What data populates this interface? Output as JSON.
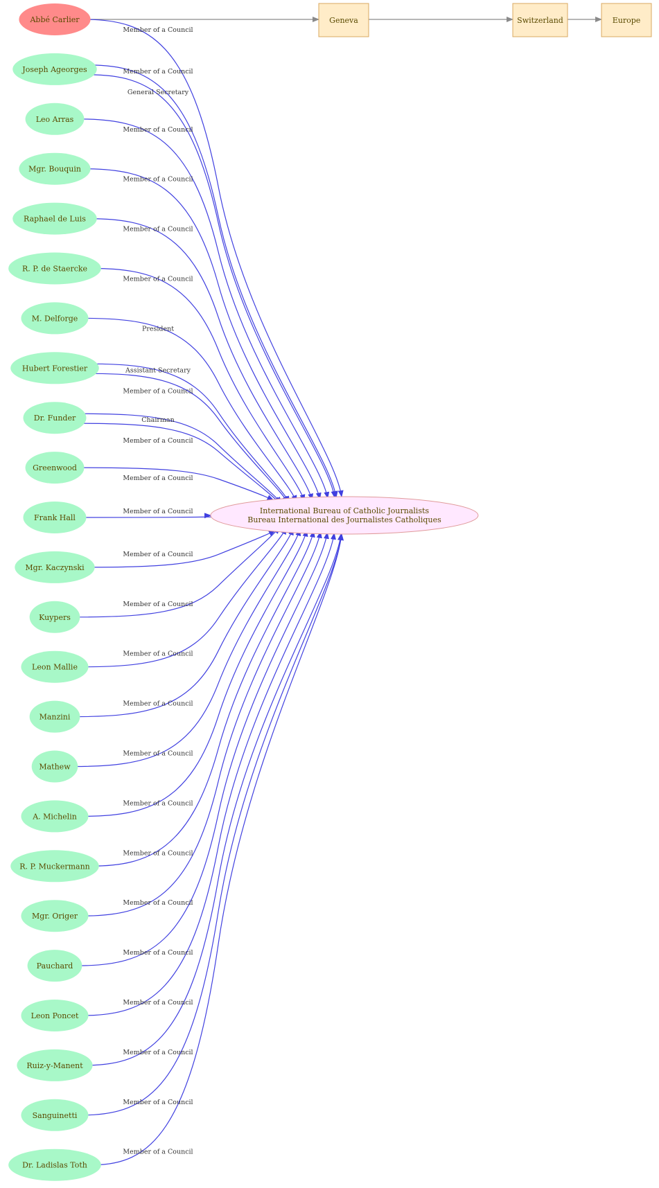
{
  "colors": {
    "person_fill": "#a8f8c8",
    "highlight_fill": "#ff8a8a",
    "org_fill": "#ffe8ff",
    "org_stroke": "#e09a9a",
    "place_fill": "#ffecc8",
    "place_stroke": "#d8a860",
    "edge_blue": "#4040e0",
    "edge_gray": "#8a8a8a",
    "text": "#5a4a00"
  },
  "organization": {
    "line1": "International Bureau of Catholic Journalists",
    "line2": "Bureau International des Journalistes Catholiques"
  },
  "places": [
    "Geneva",
    "Switzerland",
    "Europe"
  ],
  "people": [
    {
      "name": "Abbé Carlier",
      "highlight": true,
      "roles": [
        "Member of a Council"
      ]
    },
    {
      "name": "Joseph Ageorges",
      "roles": [
        "Member of a Council",
        "General Secretary"
      ]
    },
    {
      "name": "Leo Arras",
      "roles": [
        "Member of a Council"
      ]
    },
    {
      "name": "Mgr. Bouquin",
      "roles": [
        "Member of a Council"
      ]
    },
    {
      "name": "Raphael de Luis",
      "roles": [
        "Member of a Council"
      ]
    },
    {
      "name": "R. P. de Staercke",
      "roles": [
        "Member of a Council"
      ]
    },
    {
      "name": "M. Delforge",
      "roles": [
        "President"
      ]
    },
    {
      "name": "Hubert Forestier",
      "roles": [
        "Assistant Secretary",
        "Member of a Council"
      ]
    },
    {
      "name": "Dr. Funder",
      "roles": [
        "Chairman",
        "Member of a Council"
      ]
    },
    {
      "name": "Greenwood",
      "roles": [
        "Member of a Council"
      ]
    },
    {
      "name": "Frank Hall",
      "roles": [
        "Member of a Council"
      ]
    },
    {
      "name": "Mgr. Kaczynski",
      "roles": [
        "Member of a Council"
      ]
    },
    {
      "name": "Kuypers",
      "roles": [
        "Member of a Council"
      ]
    },
    {
      "name": "Leon Mallie",
      "roles": [
        "Member of a Council"
      ]
    },
    {
      "name": "Manzini",
      "roles": [
        "Member of a Council"
      ]
    },
    {
      "name": "Mathew",
      "roles": [
        "Member of a Council"
      ]
    },
    {
      "name": "A. Michelin",
      "roles": [
        "Member of a Council"
      ]
    },
    {
      "name": "R. P. Muckermann",
      "roles": [
        "Member of a Council"
      ]
    },
    {
      "name": "Mgr. Origer",
      "roles": [
        "Member of a Council"
      ]
    },
    {
      "name": "Pauchard",
      "roles": [
        "Member of a Council"
      ]
    },
    {
      "name": "Leon Poncet",
      "roles": [
        "Member of a Council"
      ]
    },
    {
      "name": "Ruiz-y-Manent",
      "roles": [
        "Member of a Council"
      ]
    },
    {
      "name": "Sanguinetti",
      "roles": [
        "Member of a Council"
      ]
    },
    {
      "name": "Dr. Ladislas Toth",
      "roles": [
        "Member of a Council"
      ]
    }
  ]
}
